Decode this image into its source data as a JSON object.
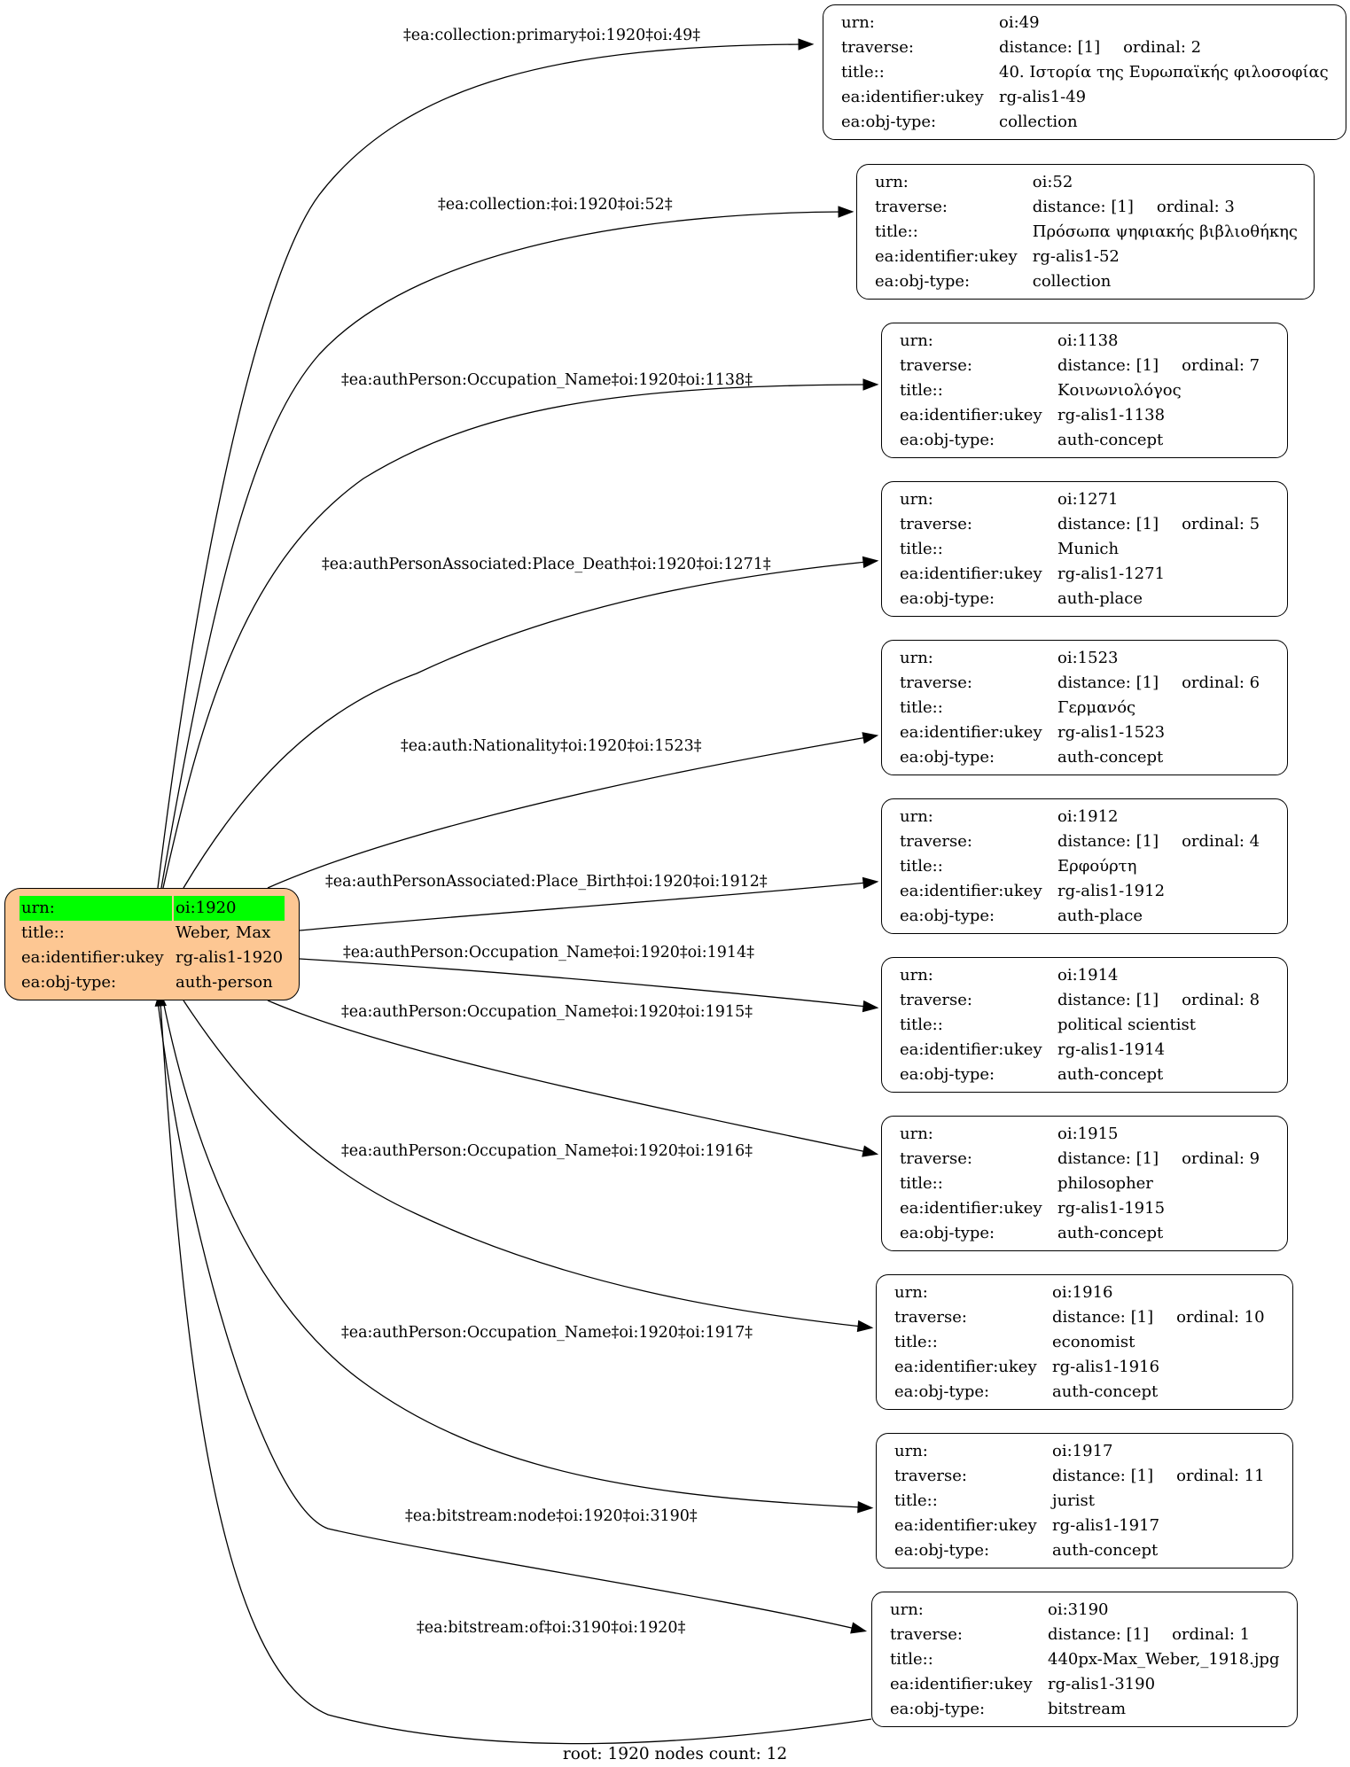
{
  "root": {
    "rows": [
      {
        "key": "urn:",
        "value": "oi:1920"
      },
      {
        "key": "title::",
        "value": "Weber, Max"
      },
      {
        "key": "ea:identifier:ukey",
        "value": "rg-alis1-1920"
      },
      {
        "key": "ea:obj-type:",
        "value": "auth-person"
      }
    ],
    "highlight_color": "#00ff00",
    "fill_color": "#fdc793"
  },
  "row_keys": {
    "urn": "urn:",
    "traverse": "traverse:",
    "title": "title::",
    "ukey": "ea:identifier:ukey",
    "type": "ea:obj-type:"
  },
  "nodes": [
    {
      "urn": "oi:49",
      "distance": "distance: [1]",
      "ordinal": "ordinal: 2",
      "title": "40. Ιστορία της Ευρωπαϊκής φιλοσοφίας",
      "ukey": "rg-alis1-49",
      "type": "collection"
    },
    {
      "urn": "oi:52",
      "distance": "distance: [1]",
      "ordinal": "ordinal: 3",
      "title": "Πρόσωπα ψηφιακής βιβλιοθήκης",
      "ukey": "rg-alis1-52",
      "type": "collection"
    },
    {
      "urn": "oi:1138",
      "distance": "distance: [1]",
      "ordinal": "ordinal: 7",
      "title": "Κοινωνιολόγος",
      "ukey": "rg-alis1-1138",
      "type": "auth-concept"
    },
    {
      "urn": "oi:1271",
      "distance": "distance: [1]",
      "ordinal": "ordinal: 5",
      "title": "Munich",
      "ukey": "rg-alis1-1271",
      "type": "auth-place"
    },
    {
      "urn": "oi:1523",
      "distance": "distance: [1]",
      "ordinal": "ordinal: 6",
      "title": "Γερμανός",
      "ukey": "rg-alis1-1523",
      "type": "auth-concept"
    },
    {
      "urn": "oi:1912",
      "distance": "distance: [1]",
      "ordinal": "ordinal: 4",
      "title": "Ερφούρτη",
      "ukey": "rg-alis1-1912",
      "type": "auth-place"
    },
    {
      "urn": "oi:1914",
      "distance": "distance: [1]",
      "ordinal": "ordinal: 8",
      "title": "political scientist",
      "ukey": "rg-alis1-1914",
      "type": "auth-concept"
    },
    {
      "urn": "oi:1915",
      "distance": "distance: [1]",
      "ordinal": "ordinal: 9",
      "title": "philosopher",
      "ukey": "rg-alis1-1915",
      "type": "auth-concept"
    },
    {
      "urn": "oi:1916",
      "distance": "distance: [1]",
      "ordinal": "ordinal: 10",
      "title": "economist",
      "ukey": "rg-alis1-1916",
      "type": "auth-concept"
    },
    {
      "urn": "oi:1917",
      "distance": "distance: [1]",
      "ordinal": "ordinal: 11",
      "title": "jurist",
      "ukey": "rg-alis1-1917",
      "type": "auth-concept"
    },
    {
      "urn": "oi:3190",
      "distance": "distance: [1]",
      "ordinal": "ordinal: 1",
      "title": "440px-Max_Weber,_1918.jpg",
      "ukey": "rg-alis1-3190",
      "type": "bitstream"
    }
  ],
  "edges": [
    "‡ea:collection:primary‡oi:1920‡oi:49‡",
    "‡ea:collection:‡oi:1920‡oi:52‡",
    "‡ea:authPerson:Occupation_Name‡oi:1920‡oi:1138‡",
    "‡ea:authPersonAssociated:Place_Death‡oi:1920‡oi:1271‡",
    "‡ea:auth:Nationality‡oi:1920‡oi:1523‡",
    "‡ea:authPersonAssociated:Place_Birth‡oi:1920‡oi:1912‡",
    "‡ea:authPerson:Occupation_Name‡oi:1920‡oi:1914‡",
    "‡ea:authPerson:Occupation_Name‡oi:1920‡oi:1915‡",
    "‡ea:authPerson:Occupation_Name‡oi:1920‡oi:1916‡",
    "‡ea:authPerson:Occupation_Name‡oi:1920‡oi:1917‡",
    "‡ea:bitstream:node‡oi:1920‡oi:3190‡",
    "‡ea:bitstream:of‡oi:3190‡oi:1920‡"
  ],
  "footer": "root: 1920 nodes count: 12"
}
